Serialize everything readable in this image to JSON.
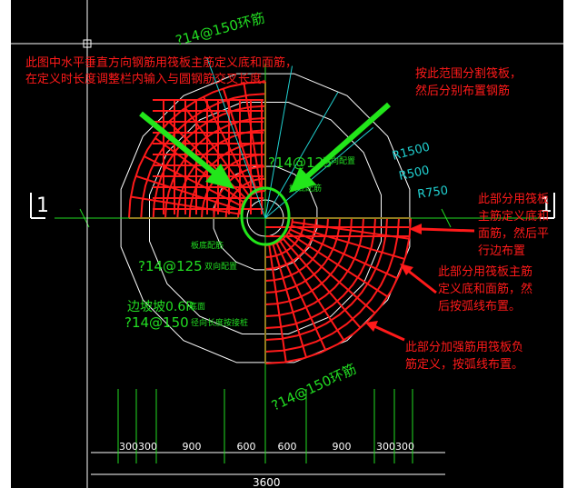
{
  "annotations": {
    "top_left": [
      "此图中水平垂直方向钢筋用筏板主筋定义底和面筋，",
      "在定义时长度调整栏内输入与圆钢筋交叉长度。"
    ],
    "top_right": [
      "按此范围分割筏板，",
      "然后分别布置钢筋"
    ],
    "right_1": [
      "此部分用筏板",
      "主筋定义底和",
      "面筋，然后平",
      "行边布置"
    ],
    "right_2": [
      "此部分用筏板主筋",
      "定义底和面筋，然",
      "后按弧线布置。"
    ],
    "right_3": [
      "此部分加强筋用筏板负",
      "筋定义，按弧线布置。"
    ]
  },
  "drawing": {
    "ring_top": "?14@150环筋",
    "ring_bottom": "?14@150环筋",
    "bar_top": "?14@125",
    "bar_top_note": "双向配置",
    "center_note": "板底配筋",
    "board_note": "板底配筋",
    "bar_mid": "?14@125",
    "bar_mid_note": "双向配置",
    "slope_text": "边坡坡0.6R",
    "slope_note": "底面",
    "bar_lower": "?14@150",
    "bar_lower_note": "径向长度按接桩",
    "r1": "R1500",
    "r2": "R500",
    "r3": "R750",
    "section_left": "1",
    "section_right": "1",
    "dims": [
      "300",
      "300",
      "900",
      "600",
      "600",
      "900",
      "300",
      "300"
    ],
    "total_dim": "3600"
  },
  "colors": {
    "background": "#000000",
    "annotation_red": "#ff1a1a",
    "arrow_green": "#22e61a",
    "cad_green": "#22dd22",
    "cad_cyan": "#20d0d0",
    "cad_white": "#ffffff"
  }
}
